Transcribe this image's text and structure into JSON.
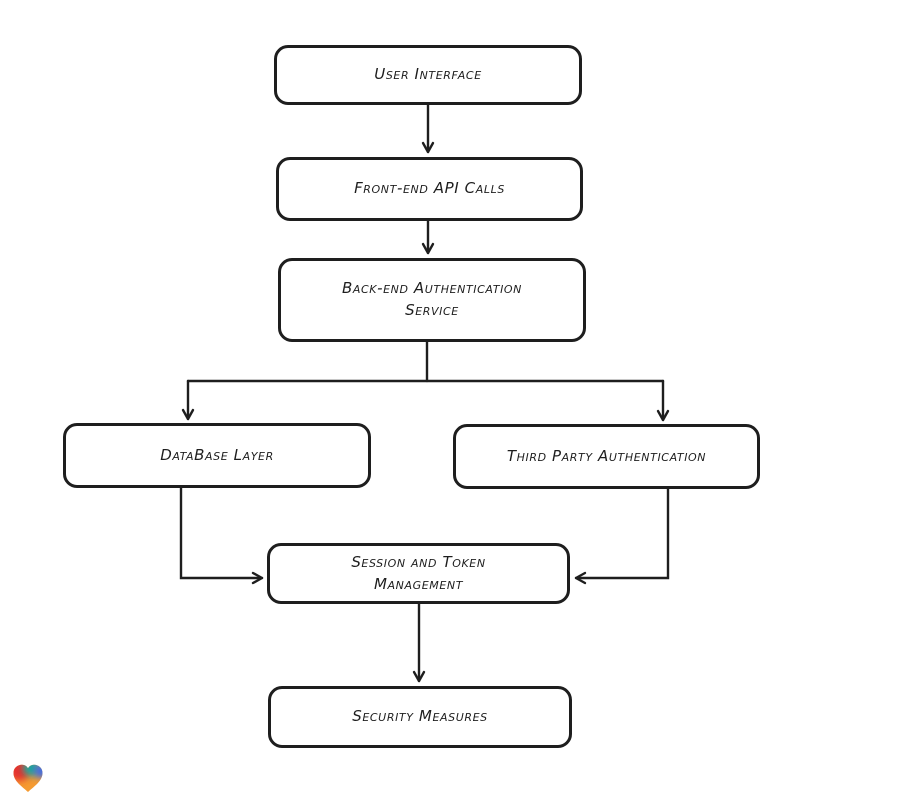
{
  "diagram": {
    "nodes": [
      {
        "id": "user-interface",
        "label": "User Interface"
      },
      {
        "id": "front-end-api-calls",
        "label": "Front-end API Calls"
      },
      {
        "id": "back-end-authentication-service",
        "label": "Back-end Authentication Service"
      },
      {
        "id": "database-layer",
        "label": "DataBase Layer"
      },
      {
        "id": "third-party-authentication",
        "label": "Third Party Authentication"
      },
      {
        "id": "session-and-token-management",
        "label": "Session and Token Management"
      },
      {
        "id": "security-measures",
        "label": "Security Measures"
      }
    ],
    "edges": [
      {
        "from": "user-interface",
        "to": "front-end-api-calls"
      },
      {
        "from": "front-end-api-calls",
        "to": "back-end-authentication-service"
      },
      {
        "from": "back-end-authentication-service",
        "to": "database-layer"
      },
      {
        "from": "back-end-authentication-service",
        "to": "third-party-authentication"
      },
      {
        "from": "database-layer",
        "to": "session-and-token-management"
      },
      {
        "from": "third-party-authentication",
        "to": "session-and-token-management"
      },
      {
        "from": "session-and-token-management",
        "to": "security-measures"
      }
    ],
    "colors": {
      "node_border": "#1e1e1e",
      "node_fill": "#ffffff",
      "connector": "#1e1e1e",
      "background": "#ffffff",
      "logo_red": "#e5332e",
      "logo_teal": "#14a79d",
      "logo_blue": "#3d6be5",
      "logo_orange": "#f59b31"
    },
    "logo": {
      "name": "heart-logo"
    }
  }
}
